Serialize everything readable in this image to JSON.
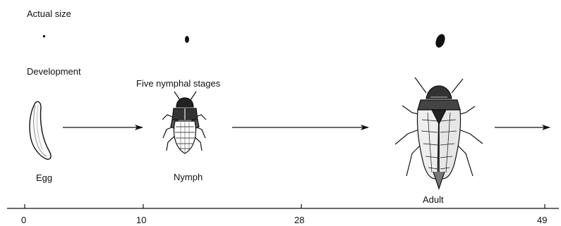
{
  "labels": {
    "actual_size": "Actual size",
    "development": "Development",
    "nymphal_stages": "Five nymphal stages",
    "egg": "Egg",
    "nymph": "Nymph",
    "adult": "Adult"
  },
  "timeline": {
    "ticks": [
      "0",
      "10",
      "28",
      "49"
    ]
  },
  "colors": {
    "ink": "#111111",
    "background": "#ffffff"
  }
}
